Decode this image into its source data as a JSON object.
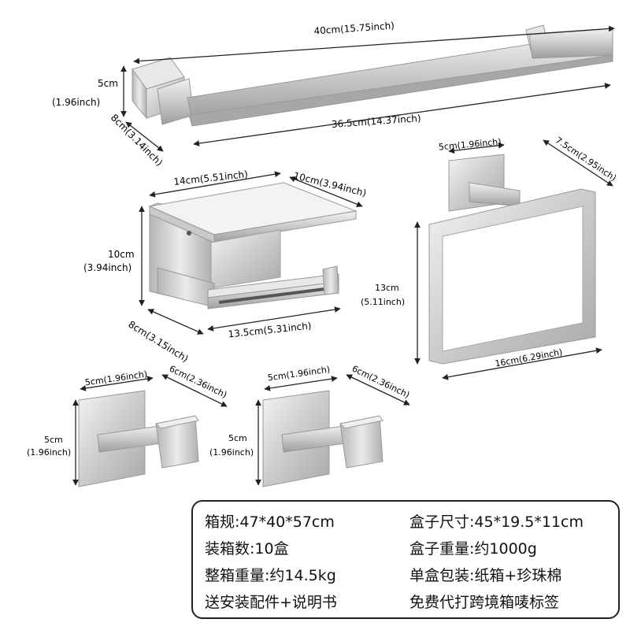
{
  "products": {
    "towel_bar": {
      "length_total": "40cm(15.75inch)",
      "length_inner": "36.5cm(14.37inch)",
      "height_cm": "5cm",
      "height_inch": "(1.96inch)",
      "depth": "8cm(3.14inch)"
    },
    "paper_holder": {
      "width": "14cm(5.51inch)",
      "shelf_depth": "10cm(3.94inch)",
      "height_cm": "10cm",
      "height_inch": "(3.94inch)",
      "depth": "8cm(3.15inch)",
      "length": "13.5cm(5.31inch)"
    },
    "towel_ring": {
      "base_width": "5cm(1.96inch)",
      "projection": "7.5cm(2.95inch)",
      "height_cm": "13cm",
      "height_inch": "(5.11inch)",
      "width": "16cm(6.29inch)"
    },
    "hook_1": {
      "width": "5cm(1.96inch)",
      "depth": "6cm(2.36inch)",
      "height_cm": "5cm",
      "height_inch": "(1.96inch)"
    },
    "hook_2": {
      "width": "5cm(1.96inch)",
      "depth": "6cm(2.36inch)",
      "height_cm": "5cm",
      "height_inch": "(1.96inch)"
    }
  },
  "specs": {
    "carton_size": "箱规:47*40*57cm",
    "box_size": "盒子尺寸:45*19.5*11cm",
    "boxes_per_carton": "装箱数:10盒",
    "box_weight": "盒子重量:约1000g",
    "carton_weight": "整箱重量:约14.5kg",
    "single_packaging": "单盒包装:纸箱+珍珠棉",
    "accessories": "送安装配件+说明书",
    "service": "免费代打跨境箱唛标签"
  }
}
